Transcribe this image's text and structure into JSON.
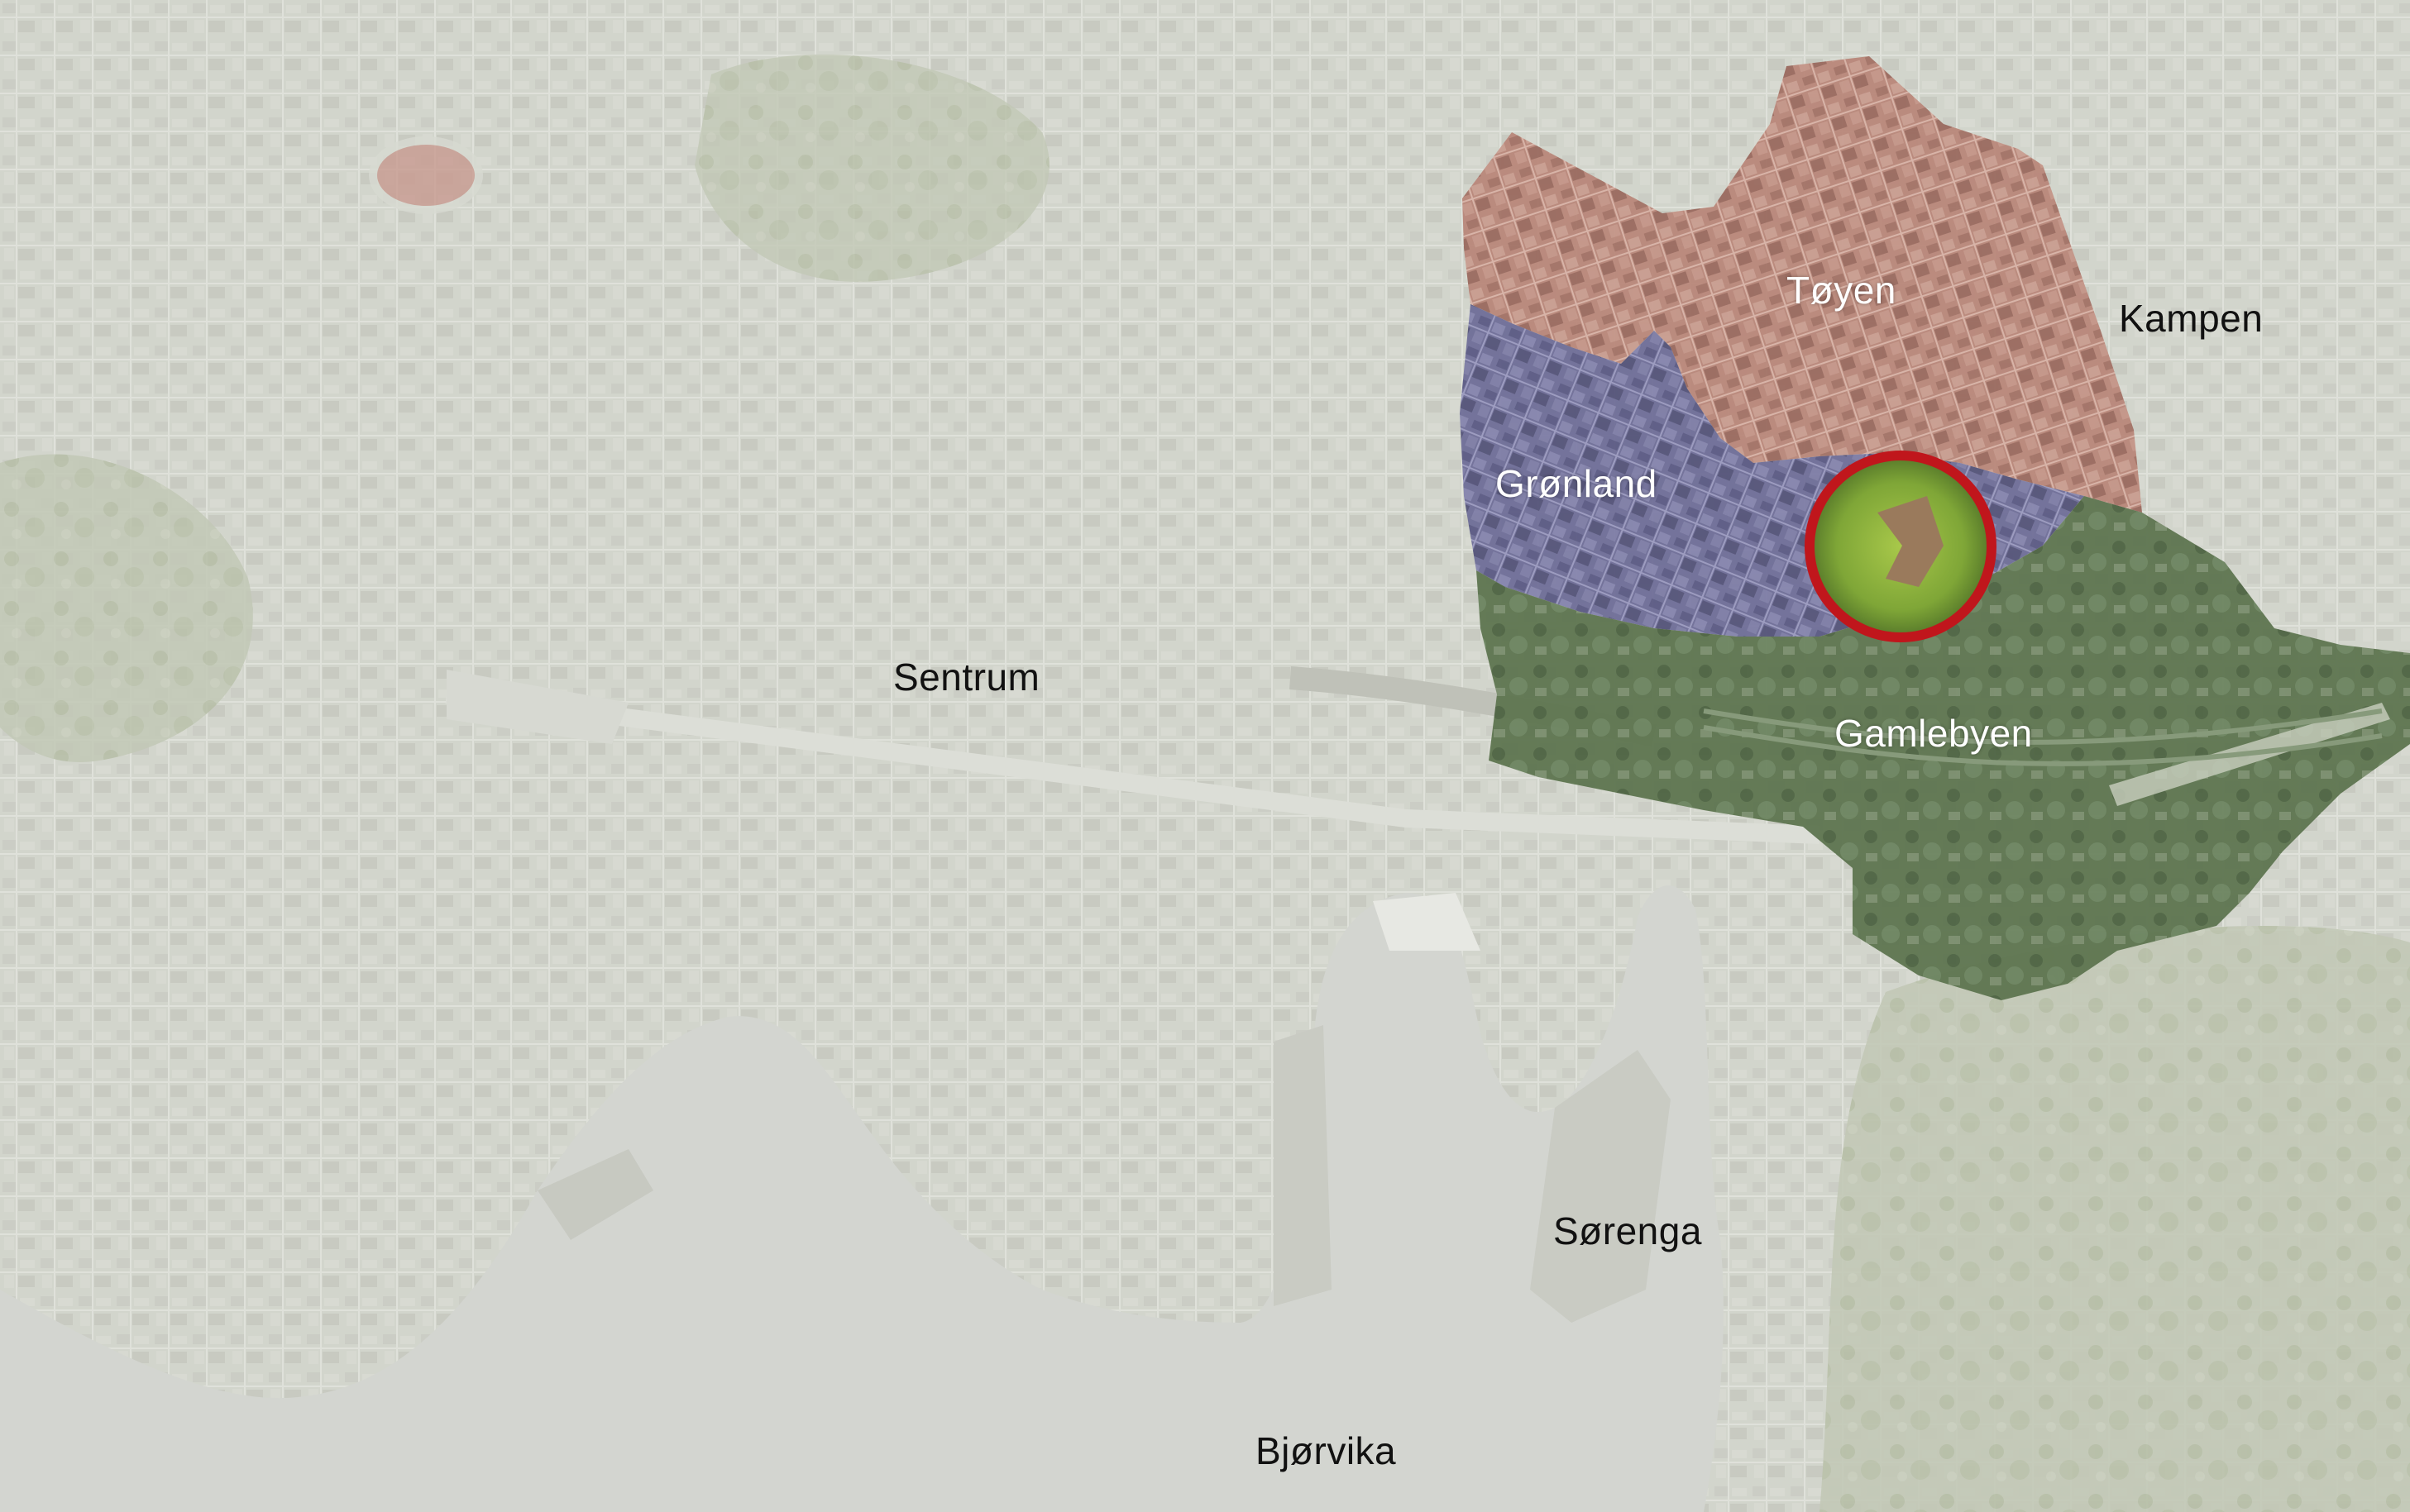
{
  "map": {
    "labels": {
      "toyen": "Tøyen",
      "kampen": "Kampen",
      "gronland": "Grønland",
      "sentrum": "Sentrum",
      "gamlebyen": "Gamlebyen",
      "sorenga": "Sørenga",
      "bjorvika": "Bjørvika"
    },
    "colors": {
      "base_land": "#c9ccc0",
      "water": "#d3d5d0",
      "toyen_area": "#b9877a",
      "gronland_area": "#6f6e98",
      "gamlebyen_area": "#5e7550",
      "highlight_ring": "#c0161c",
      "park_green": "#8fb33c"
    }
  }
}
